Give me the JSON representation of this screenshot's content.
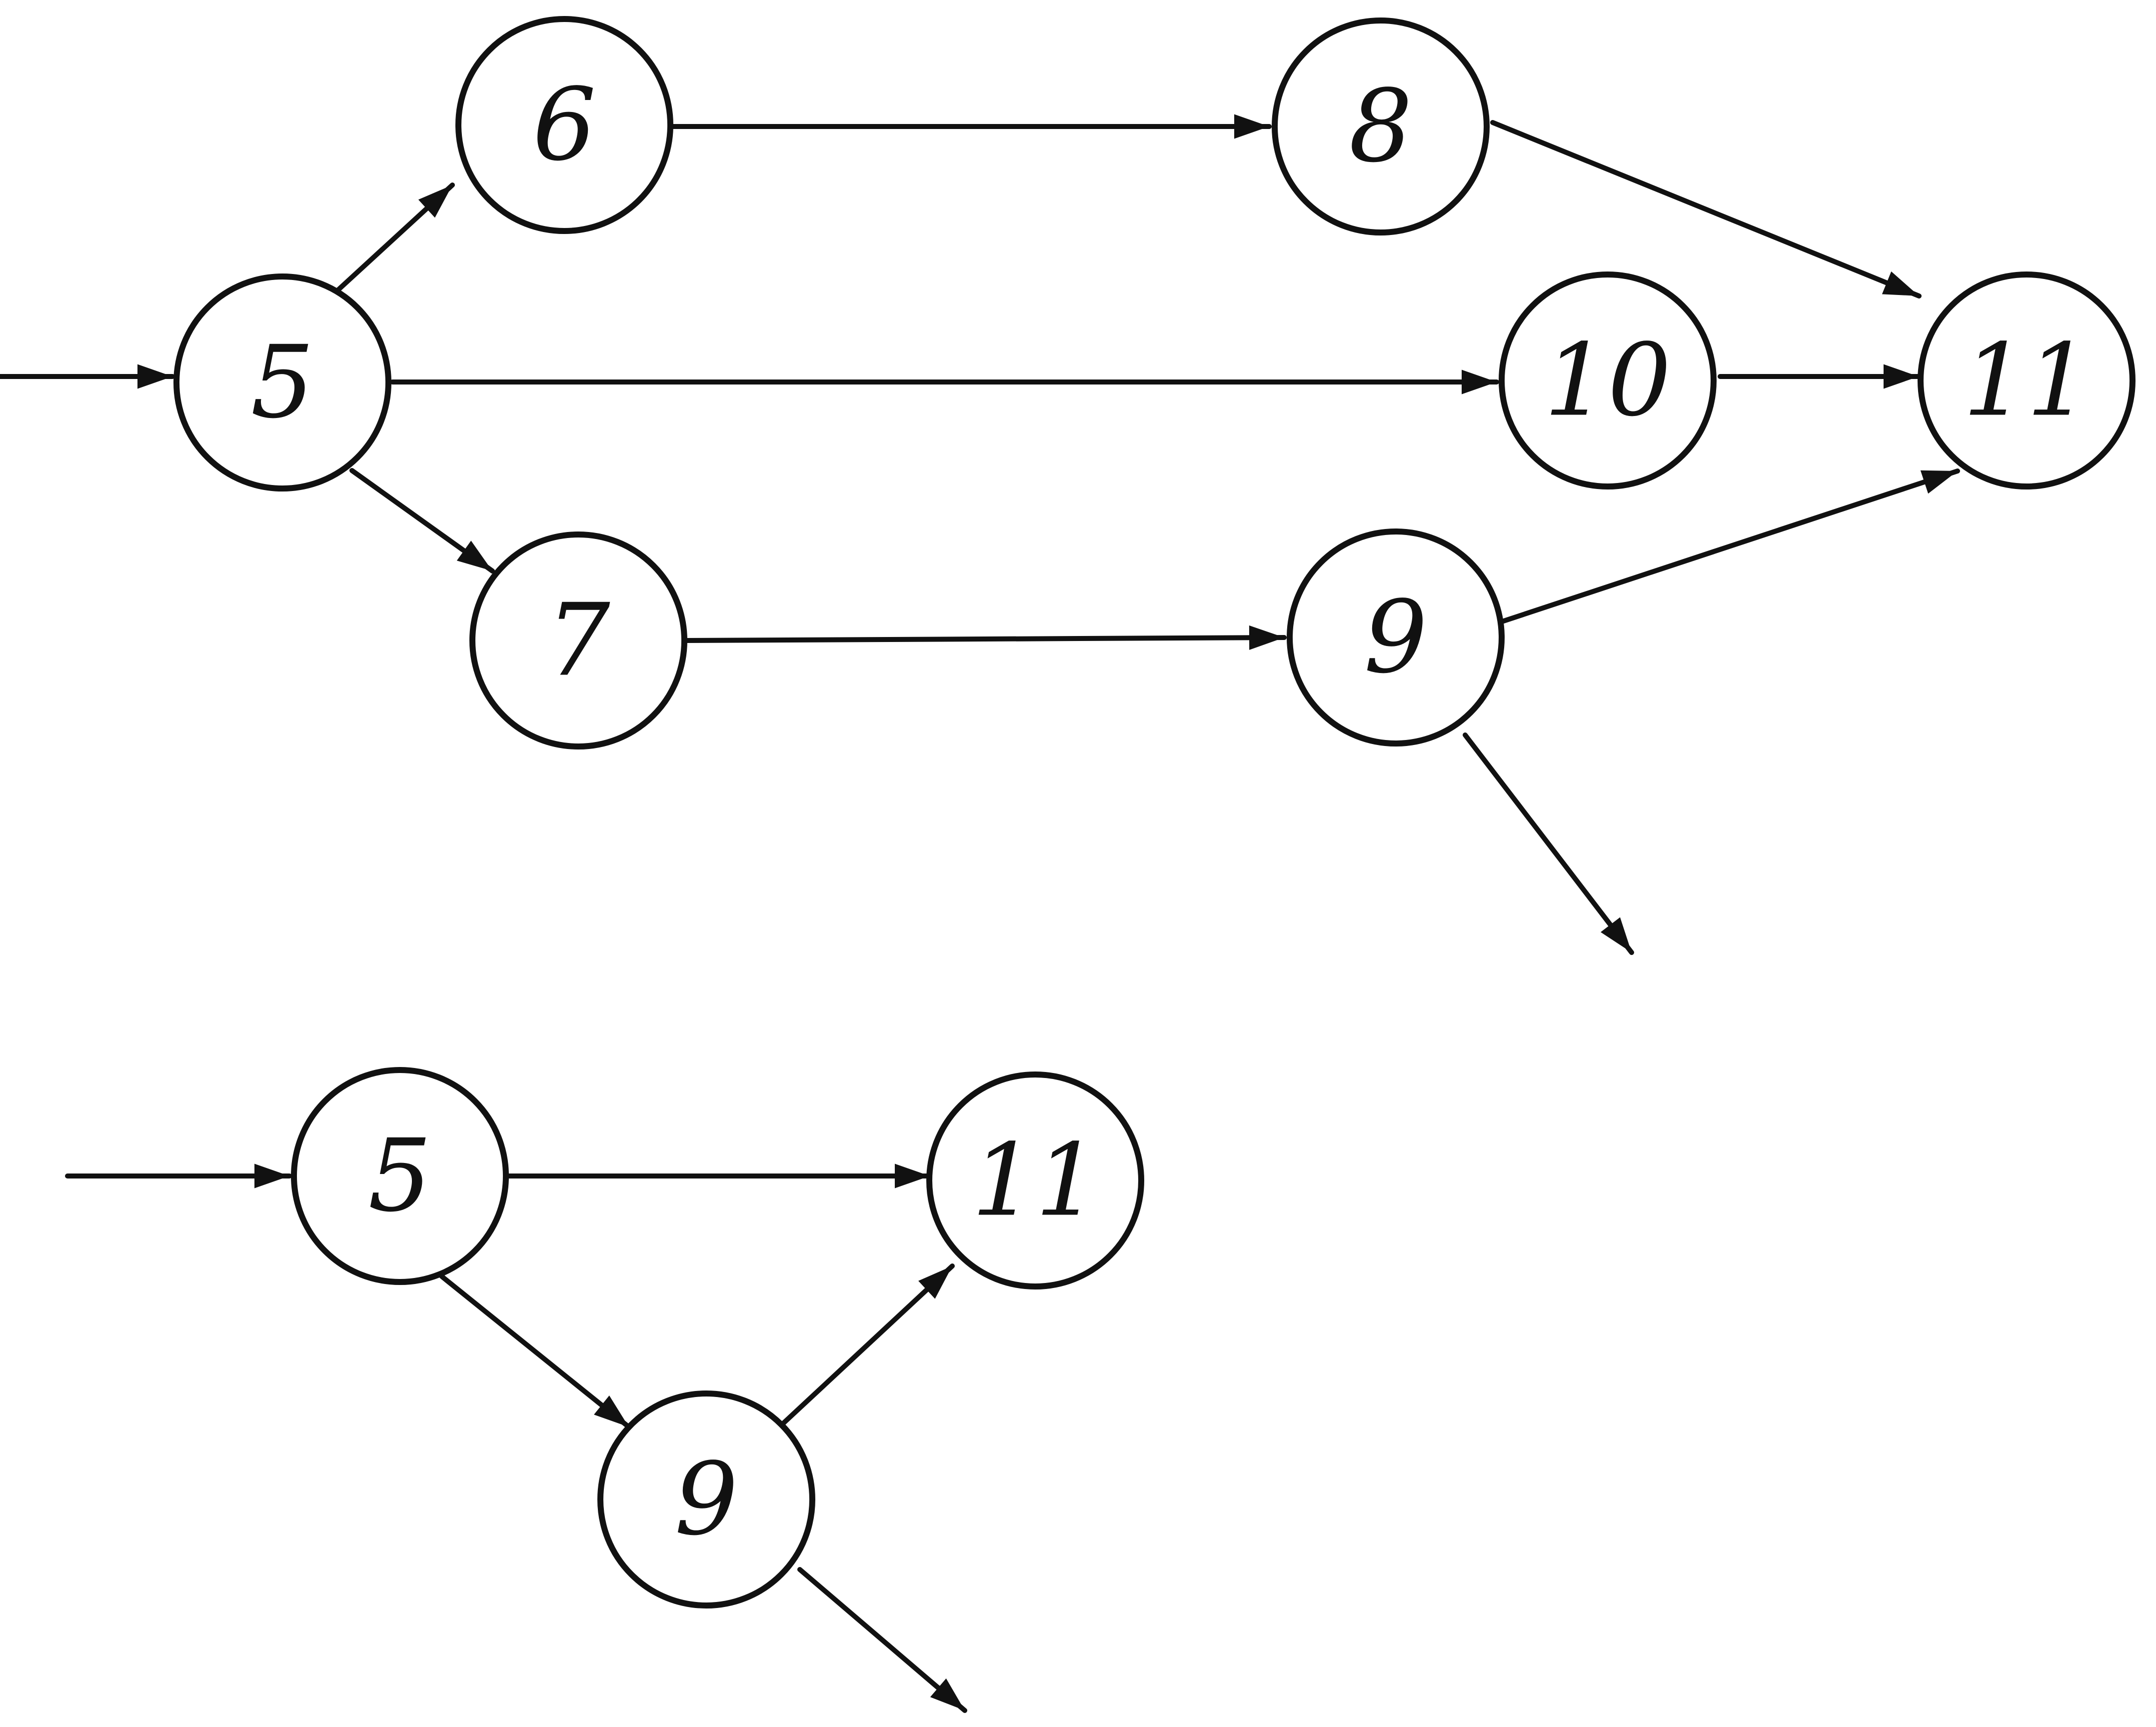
{
  "colors": {
    "ink": "#111111",
    "background": "#ffffff"
  },
  "top_graph": {
    "nodes": [
      {
        "id": "5",
        "label": "5"
      },
      {
        "id": "6",
        "label": "6"
      },
      {
        "id": "7",
        "label": "7"
      },
      {
        "id": "8",
        "label": "8"
      },
      {
        "id": "9",
        "label": "9"
      },
      {
        "id": "10",
        "label": "10"
      },
      {
        "id": "11",
        "label": "11"
      }
    ],
    "edges": [
      {
        "from": "input",
        "to": "5"
      },
      {
        "from": "5",
        "to": "6"
      },
      {
        "from": "5",
        "to": "10"
      },
      {
        "from": "5",
        "to": "7"
      },
      {
        "from": "6",
        "to": "8"
      },
      {
        "from": "7",
        "to": "9"
      },
      {
        "from": "8",
        "to": "11"
      },
      {
        "from": "10",
        "to": "11"
      },
      {
        "from": "9",
        "to": "11"
      },
      {
        "from": "9",
        "to": "output"
      }
    ]
  },
  "bottom_graph": {
    "nodes": [
      {
        "id": "5",
        "label": "5"
      },
      {
        "id": "9",
        "label": "9"
      },
      {
        "id": "11",
        "label": "11"
      }
    ],
    "edges": [
      {
        "from": "input",
        "to": "5"
      },
      {
        "from": "5",
        "to": "11"
      },
      {
        "from": "5",
        "to": "9"
      },
      {
        "from": "9",
        "to": "11"
      },
      {
        "from": "9",
        "to": "output"
      }
    ]
  }
}
